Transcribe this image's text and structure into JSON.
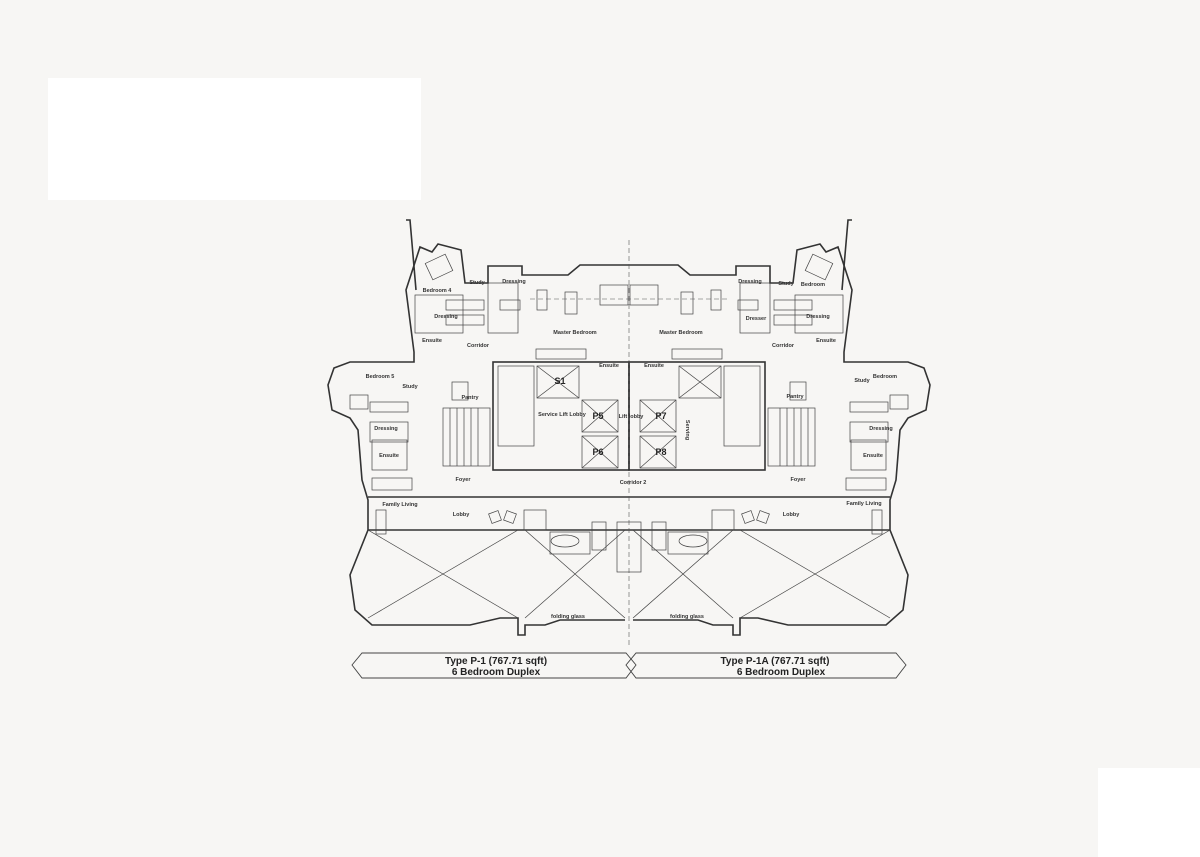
{
  "plan": {
    "units": [
      {
        "type_label": "Type P-1 (767.71 sqft)",
        "subtitle": "6 Bedroom Duplex"
      },
      {
        "type_label": "Type P-1A (767.71 sqft)",
        "subtitle": "6 Bedroom Duplex"
      }
    ],
    "rooms": [
      "Bedroom 4",
      "Study",
      "Dressing",
      "Dressing",
      "Master Bedroom",
      "Ensuite",
      "Corridor",
      "Bedroom 5",
      "Study",
      "Pantry",
      "Dressing",
      "Ensuite",
      "Service Lift Lobby",
      "Lift lobby",
      "Ensuite",
      "Ensuite",
      "Foyer",
      "Family Living",
      "Lobby",
      "Corridor 2",
      "folding glass",
      "Dressing",
      "Study",
      "Bedroom",
      "Master Bedroom",
      "Dresser",
      "Dressing",
      "Corridor",
      "Ensuite",
      "Pantry",
      "Bedroom",
      "Study",
      "Serving",
      "Dressing",
      "Ensuite",
      "Foyer",
      "Family Living",
      "Lobby",
      "folding glass"
    ],
    "lifts": [
      "S1",
      "P5",
      "P6",
      "P7",
      "P8"
    ],
    "colors": {
      "background": "#f7f6f4",
      "line": "#333333"
    }
  }
}
